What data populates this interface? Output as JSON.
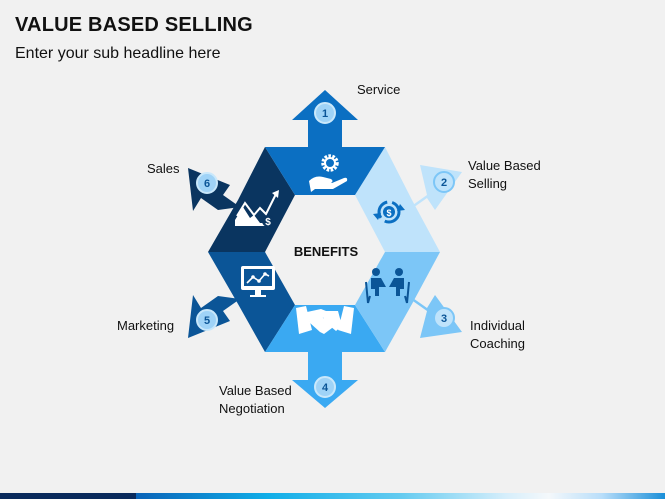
{
  "header": {
    "title": "VALUE BASED SELLING",
    "subtitle": "Enter your sub headline here"
  },
  "diagram": {
    "center_label": "BENEFITS",
    "items": [
      {
        "number": "1",
        "label_lines": [
          "Service"
        ],
        "icon": "gear-hand-icon",
        "color": "#0b6fc2"
      },
      {
        "number": "2",
        "label_lines": [
          "Value Based",
          "Selling"
        ],
        "icon": "dollar-cycle-icon",
        "color": "#bfe3fb"
      },
      {
        "number": "3",
        "label_lines": [
          "Individual",
          "Coaching"
        ],
        "icon": "people-meeting-icon",
        "color": "#7cc6f7"
      },
      {
        "number": "4",
        "label_lines": [
          "Value Based",
          "Negotiation"
        ],
        "icon": "handshake-icon",
        "color": "#3aa9f2"
      },
      {
        "number": "5",
        "label_lines": [
          "Marketing"
        ],
        "icon": "monitor-chart-icon",
        "color": "#0b5597"
      },
      {
        "number": "6",
        "label_lines": [
          "Sales"
        ],
        "icon": "stock-chart-icon",
        "color": "#0a3560"
      }
    ],
    "badge_fill": "#9fd3f7",
    "badge_text_color": "#0b5597"
  },
  "footer": {
    "colors": [
      "#0a2a5c",
      "#10aee8",
      "#f4f8fb"
    ]
  }
}
